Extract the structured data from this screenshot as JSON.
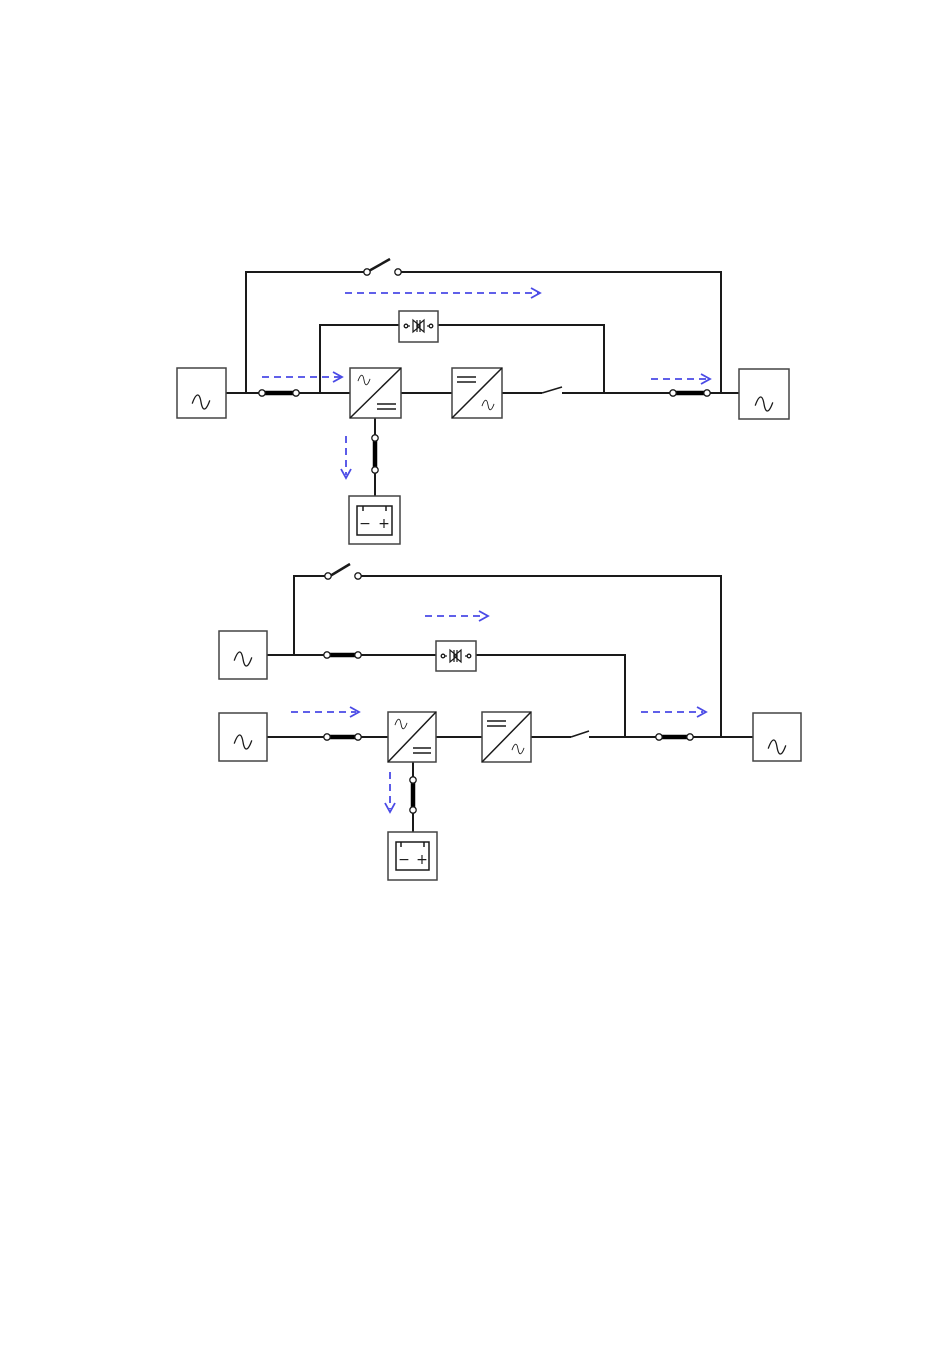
{
  "colors": {
    "wire": "#1a1a1a",
    "box_border": "#444444",
    "flow_arrow": "#4a4ae6",
    "background": "#ffffff"
  },
  "diagrams": [
    {
      "name": "single-input-upper",
      "power_flow": [
        "bypass",
        "rectifier-input",
        "battery-charge",
        "output"
      ],
      "components": {
        "ac_source": "sine-wave-icon",
        "rectifier": "ac-dc-converter-icon",
        "inverter": "dc-ac-converter-icon",
        "static_switch": "thyristor-icon",
        "battery": "battery-icon",
        "load": "sine-wave-icon"
      },
      "battery_labels": {
        "negative": "−",
        "positive": "+"
      }
    },
    {
      "name": "dual-input-lower",
      "power_flow": [
        "bypass",
        "rectifier-input",
        "battery-charge",
        "output"
      ],
      "components": {
        "bypass_source": "sine-wave-icon",
        "mains_source": "sine-wave-icon",
        "rectifier": "ac-dc-converter-icon",
        "inverter": "dc-ac-converter-icon",
        "static_switch": "thyristor-icon",
        "battery": "battery-icon",
        "load": "sine-wave-icon"
      },
      "battery_labels": {
        "negative": "−",
        "positive": "+"
      }
    }
  ]
}
